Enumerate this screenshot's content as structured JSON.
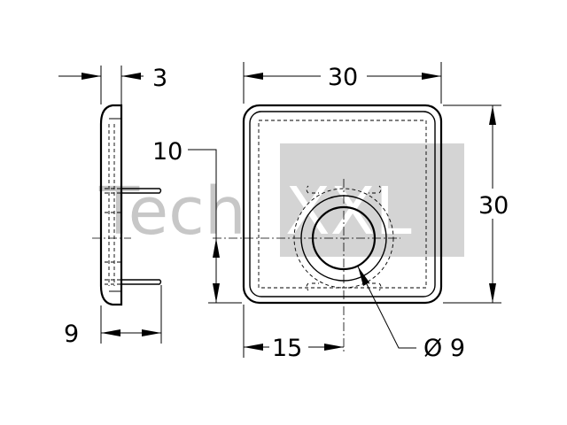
{
  "watermark": {
    "part1": "Tech",
    "part2": "XXL",
    "colors": {
      "part1": "#c7c7c7",
      "box": "#d4d4d4",
      "part2": "#ffffff"
    }
  },
  "dimensions": {
    "side_thickness": "3",
    "side_depth": "9",
    "width": "30",
    "height": "30",
    "hole_offset_y": "10",
    "hole_offset_x": "15",
    "hole_diameter": "Ø 9"
  }
}
